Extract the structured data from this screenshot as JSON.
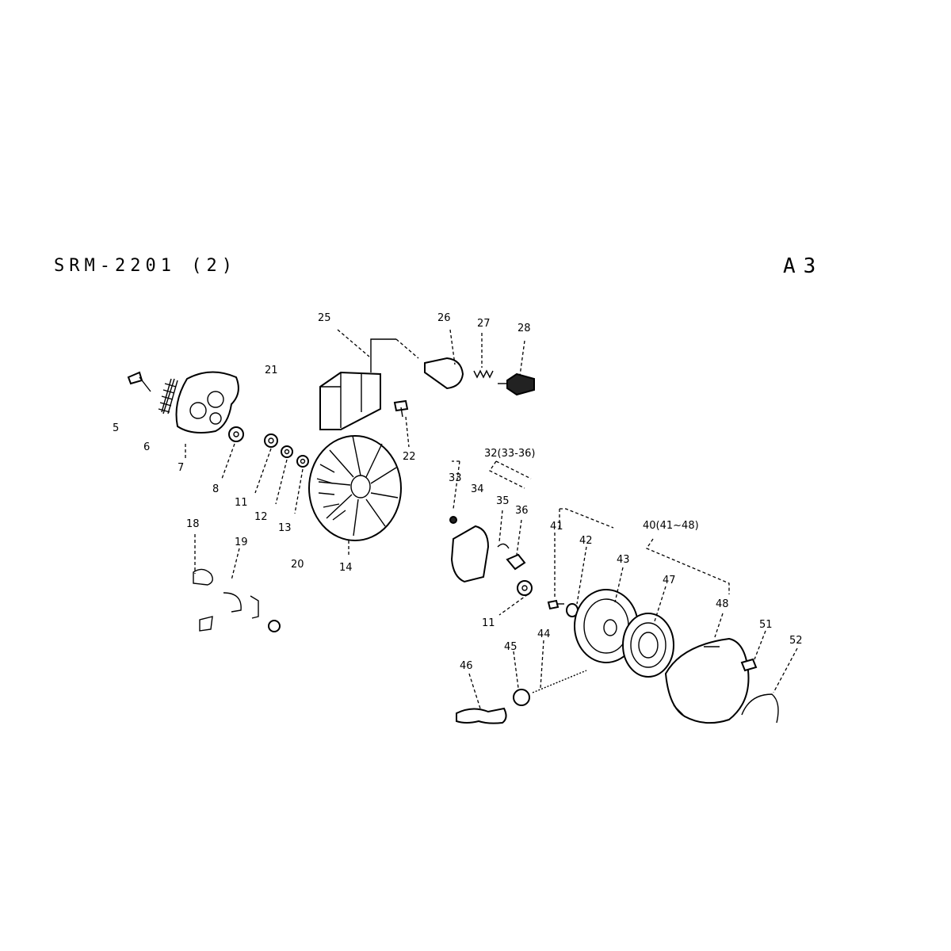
{
  "diagram": {
    "title": "SRM-2201 (2)",
    "sheet": "A3",
    "callouts": [
      {
        "id": "c5",
        "label": "5"
      },
      {
        "id": "c6",
        "label": "6"
      },
      {
        "id": "c7",
        "label": "7"
      },
      {
        "id": "c8",
        "label": "8"
      },
      {
        "id": "c11a",
        "label": "11"
      },
      {
        "id": "c12",
        "label": "12"
      },
      {
        "id": "c13",
        "label": "13"
      },
      {
        "id": "c14",
        "label": "14"
      },
      {
        "id": "c18",
        "label": "18"
      },
      {
        "id": "c19",
        "label": "19"
      },
      {
        "id": "c20",
        "label": "20"
      },
      {
        "id": "c21",
        "label": "21"
      },
      {
        "id": "c22",
        "label": "22"
      },
      {
        "id": "c25",
        "label": "25"
      },
      {
        "id": "c26",
        "label": "26"
      },
      {
        "id": "c27",
        "label": "27"
      },
      {
        "id": "c28",
        "label": "28"
      },
      {
        "id": "c32",
        "label": "32(33-36)"
      },
      {
        "id": "c33",
        "label": "33"
      },
      {
        "id": "c34",
        "label": "34"
      },
      {
        "id": "c35",
        "label": "35"
      },
      {
        "id": "c36",
        "label": "36"
      },
      {
        "id": "c11b",
        "label": "11"
      },
      {
        "id": "c40",
        "label": "40(41~48)"
      },
      {
        "id": "c41",
        "label": "41"
      },
      {
        "id": "c42",
        "label": "42"
      },
      {
        "id": "c43",
        "label": "43"
      },
      {
        "id": "c44",
        "label": "44"
      },
      {
        "id": "c45",
        "label": "45"
      },
      {
        "id": "c46",
        "label": "46"
      },
      {
        "id": "c47",
        "label": "47"
      },
      {
        "id": "c48",
        "label": "48"
      },
      {
        "id": "c51",
        "label": "51"
      },
      {
        "id": "c52",
        "label": "52"
      }
    ]
  }
}
